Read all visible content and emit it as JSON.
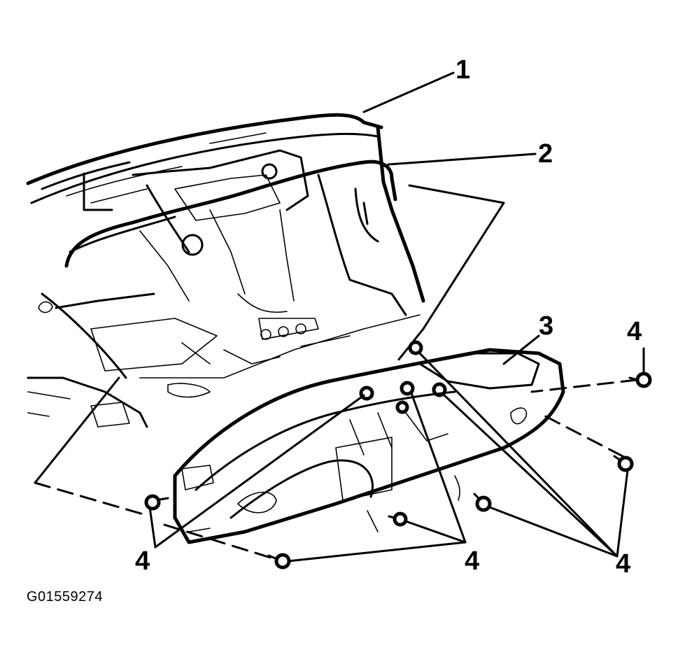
{
  "callouts": {
    "c1": "1",
    "c2": "2",
    "c3": "3",
    "c4_top": "4",
    "c4_left": "4",
    "c4_mid": "4",
    "c4_right": "4"
  },
  "figure_id": "G01559274",
  "colors": {
    "ink": "#000000",
    "background": "#ffffff"
  }
}
